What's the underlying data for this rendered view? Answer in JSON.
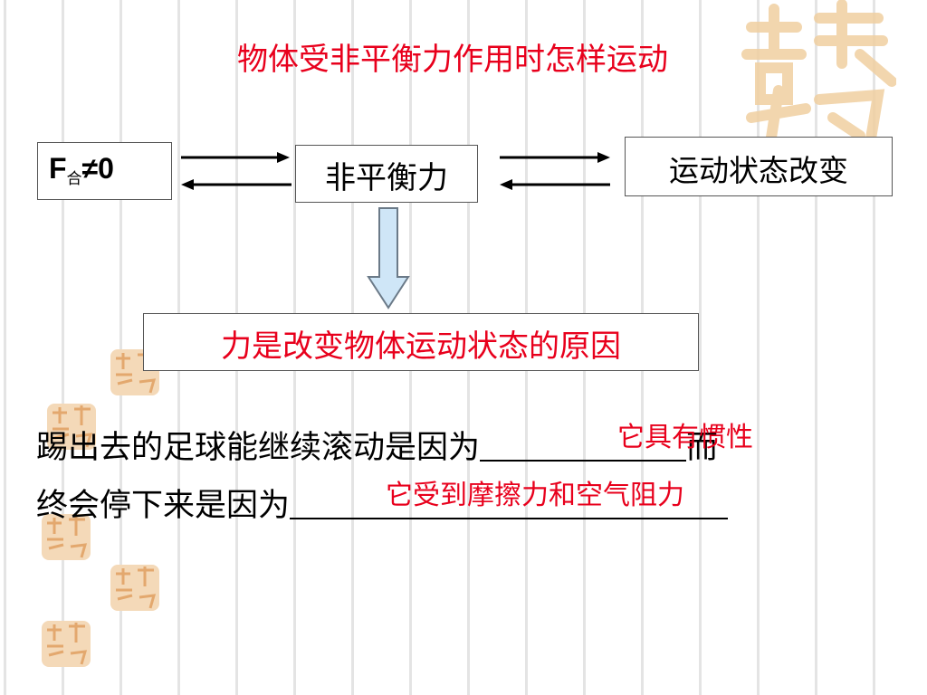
{
  "title": "物体受非平衡力作用时怎样运动",
  "diagram": {
    "net_force": {
      "symbol": "F",
      "subscript": "合",
      "relation": "≠0"
    },
    "unbalanced_force": "非平衡力",
    "motion_change": "运动状态改变",
    "conclusion": "力是改变物体运动状态的原因"
  },
  "question": {
    "line1_text": "踢出去的足球能继续滚动是因为",
    "line1_after_blank": "而",
    "line2_text": "终会停下来是因为",
    "answer1": "它具有惯性",
    "answer2": "它受到摩擦力和空气阻力"
  },
  "colors": {
    "accent_red": "#e8001c",
    "arrow_fill": "#cfe6f7",
    "arrow_stroke": "#6b7a88",
    "watermark": "#e8b87a"
  }
}
